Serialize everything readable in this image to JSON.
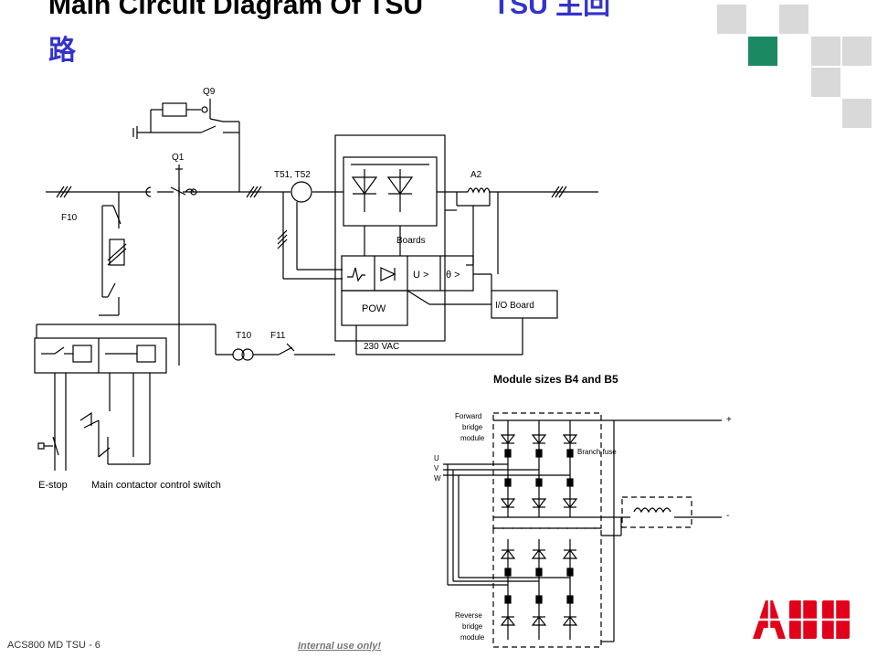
{
  "slide": {
    "title_en": "Main Circuit Diagram Of TSU",
    "title_cn_part1": "TSU 主回",
    "title_cn_part2": "路",
    "footer_left": "ACS800 MD TSU",
    "footer_page": "- 6",
    "footer_note": "Internal use only!"
  },
  "diagram": {
    "labels": {
      "q9": "Q9",
      "q1": "Q1",
      "t51_t52": "T51, T52",
      "a2": "A2",
      "f10": "F10",
      "boards": "Boards",
      "u_gt": "U >",
      "theta_gt": "θ >",
      "pow": "POW",
      "io_board": "I/O Board",
      "t10": "T10",
      "f11": "F11",
      "vac": "230 VAC",
      "estop": "E-stop",
      "main_contactor": "Main contactor control switch"
    },
    "module": {
      "title": "Module sizes B4 and B5",
      "forward_1": "Forward",
      "forward_2": "bridge",
      "forward_3": "module",
      "reverse_1": "Reverse",
      "reverse_2": "bridge",
      "reverse_3": "module",
      "u": "U",
      "v": "V",
      "w": "W",
      "branch_fuse": "Branch fuse",
      "plus": "+",
      "minus": "-"
    }
  },
  "colors": {
    "green_square": "#1b8a63",
    "grey_square": "#d9d9d9",
    "logo_red": "#e2001a",
    "title_cn": "#3333cc"
  }
}
